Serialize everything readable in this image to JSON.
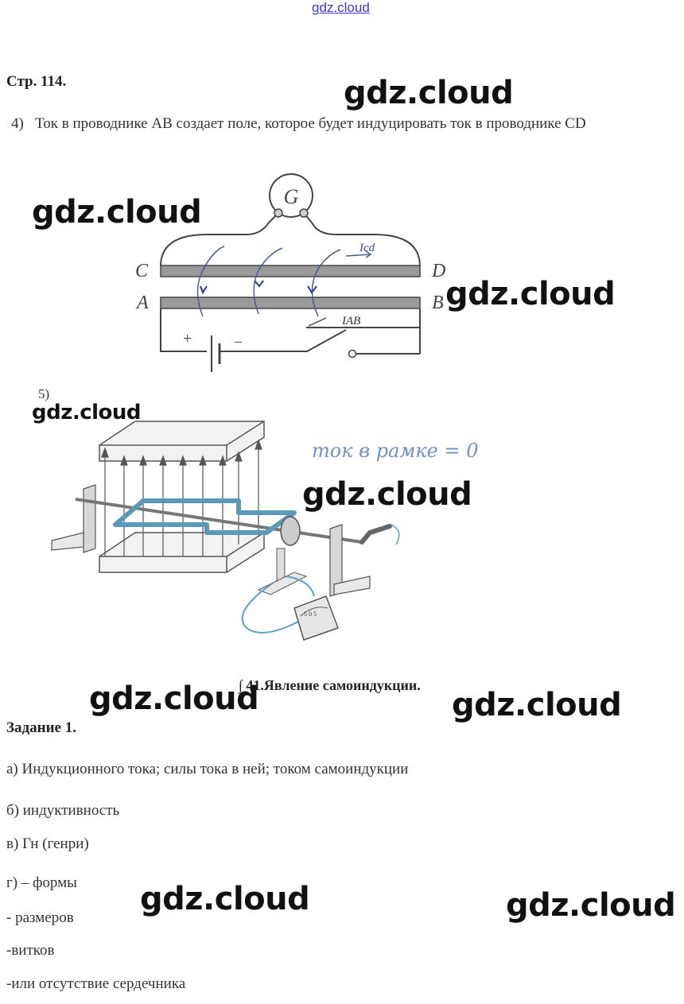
{
  "site_link": "gdz.cloud",
  "watermark": "gdz.cloud",
  "page_ref": "Стр. 114.",
  "item4": {
    "number": "4)",
    "text": "Ток в проводнике АВ создает поле, которое будет индуцировать ток в проводнике CD"
  },
  "figure1": {
    "galvanometer": "G",
    "labels": {
      "c": "C",
      "d": "D",
      "a": "A",
      "b": "B"
    },
    "current_cd": "Icd",
    "current_ab": "IAB",
    "plus": "+",
    "minus": "–"
  },
  "item5": {
    "number": "5)",
    "handwritten_note": "ток в рамке = 0",
    "meter_scale": "5 0 5"
  },
  "section_title": "∫ 41.Явление самоиндукции.",
  "task_title": "Задание 1.",
  "answers": {
    "a": "а) Индукционного тока; силы тока в ней; током самоиндукции",
    "b": "б) индуктивность",
    "v": "в) Гн (генри)",
    "g": "г) – формы",
    "g1": "- размеров",
    "g2": "-витков",
    "g3": "-или отсутствие сердечника"
  }
}
